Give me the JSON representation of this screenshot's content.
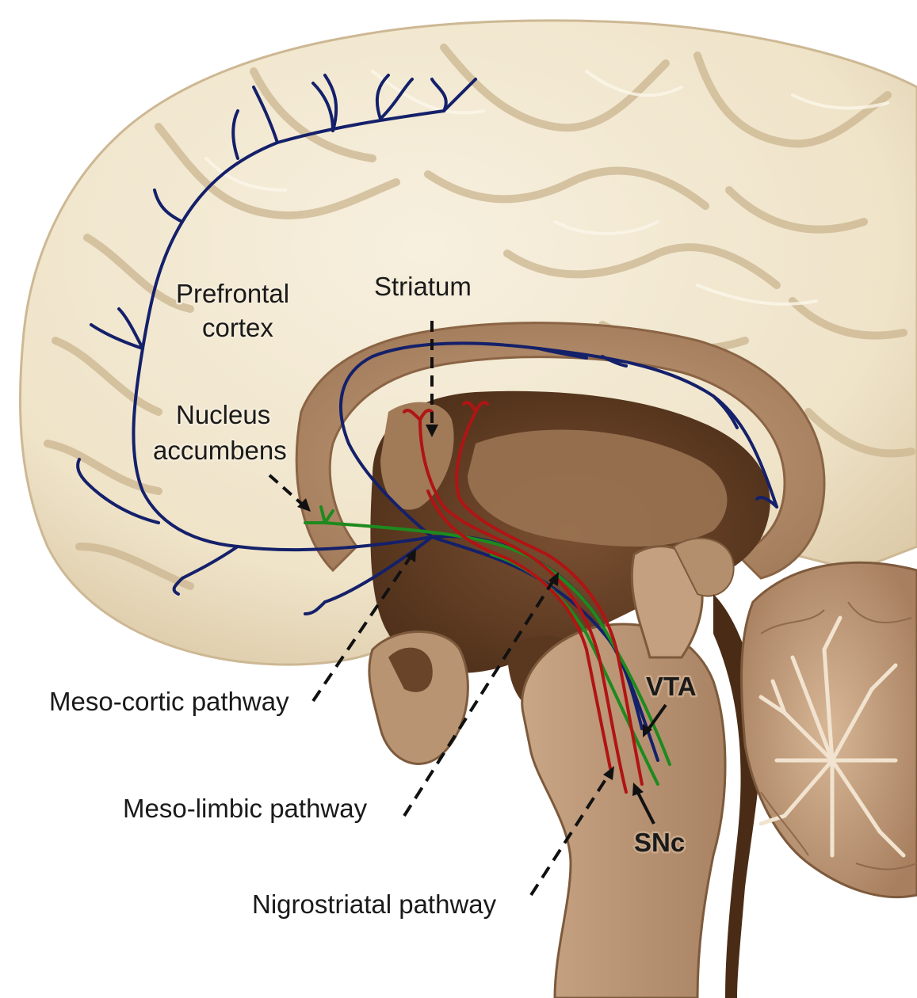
{
  "labels": {
    "prefrontal_1": "Prefrontal",
    "prefrontal_2": "cortex",
    "striatum": "Striatum",
    "nucleus_1": "Nucleus",
    "nucleus_2": "accumbens",
    "mesocortic": "Meso-cortic pathway",
    "mesolimbic": "Meso-limbic pathway",
    "nigrostriatal": "Nigrostriatal pathway",
    "vta": "VTA",
    "snc": "SNc"
  },
  "colors": {
    "background": "#ffffff",
    "cortex_light": "#f2e8d2",
    "cortex_shadow": "#d8c7a6",
    "medial_surface": "#b8926e",
    "medial_dark": "#5c3920",
    "brainstem": "#bd9a7a",
    "cerebellum": "#c6a383",
    "mesocortic_pathway": "#14206a",
    "mesolimbic_pathway": "#1e8a1e",
    "nigrostriatal_pathway": "#b01414",
    "leader_lines": "#111111"
  }
}
